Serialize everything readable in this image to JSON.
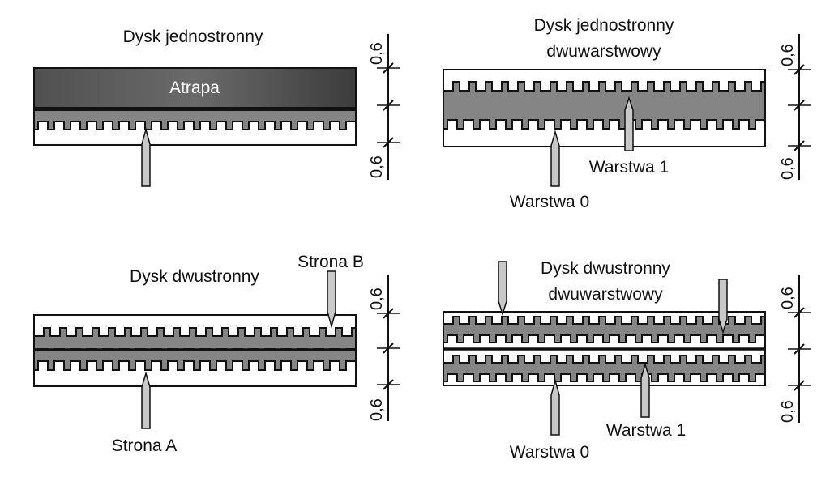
{
  "colors": {
    "disc_substrate": "#ffffff",
    "data_layer": "#858585",
    "dummy_layer": "#4a4a4a",
    "arrow_fill": "#c8c8c8",
    "ink": "#111111"
  },
  "panels": {
    "single_sided": {
      "title": "Dysk jednostronny",
      "dummy_label": "Atrapa"
    },
    "single_sided_dual_layer": {
      "title_line1": "Dysk jednostronny",
      "title_line2": "dwuwarstwowy",
      "layer1": "Warstwa 1",
      "layer0": "Warstwa 0"
    },
    "double_sided": {
      "title": "Dysk dwustronny",
      "side_b": "Strona B",
      "side_a": "Strona A"
    },
    "double_sided_dual_layer": {
      "title_line1": "Dysk dwustronny",
      "title_line2": "dwuwarstwowy",
      "layer1": "Warstwa 1",
      "layer0": "Warstwa 0"
    }
  },
  "dimension_label": "0,6"
}
